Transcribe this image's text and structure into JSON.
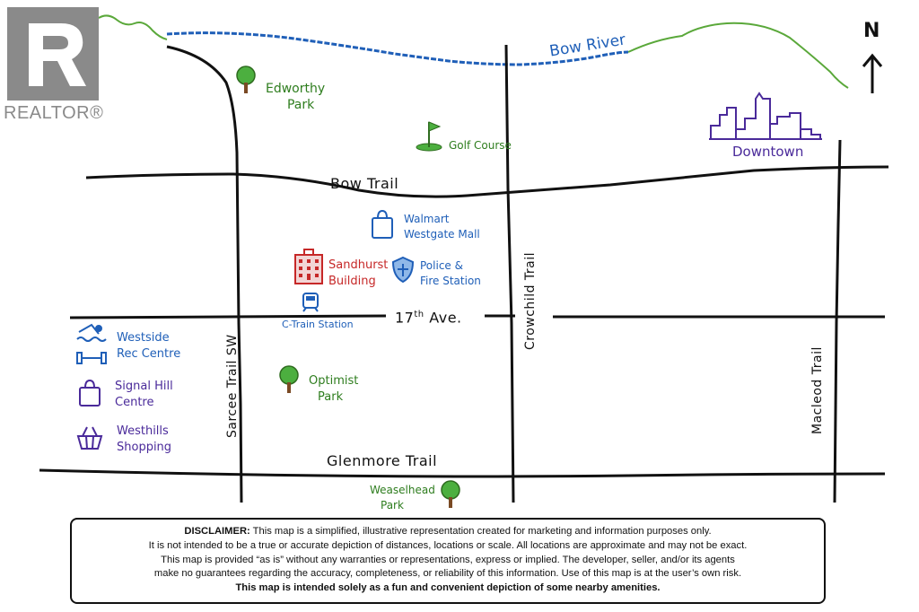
{
  "branding": {
    "logo_text": "REALTOR®"
  },
  "compass": {
    "letter": "N"
  },
  "river": {
    "name": "Bow River"
  },
  "roads": {
    "bow_trail": "Bow Trail",
    "ave17_prefix": "17",
    "ave17_sup": "th",
    "ave17_suffix": " Ave.",
    "glenmore": "Glenmore Trail",
    "sarcee": "Sarcee Trail SW",
    "crowchild": "Crowchild Trail",
    "macleod": "Macleod Trail"
  },
  "places": {
    "edworthy": [
      "Edworthy",
      "Park"
    ],
    "golf": "Golf Course",
    "downtown": "Downtown",
    "walmart": [
      "Walmart",
      "Westgate Mall"
    ],
    "sandhurst": [
      "Sandhurst",
      "Building"
    ],
    "police": [
      "Police &",
      "Fire Station"
    ],
    "ctrain": "C-Train Station",
    "westside": [
      "Westside",
      "Rec Centre"
    ],
    "signal_hill": [
      "Signal Hill",
      "Centre"
    ],
    "westhills": [
      "Westhills",
      "Shopping"
    ],
    "optimist": [
      "Optimist",
      "Park"
    ],
    "weaselhead": [
      "Weaselhead",
      "Park"
    ]
  },
  "disclaimer": {
    "heading": "DISCLAIMER:",
    "line1_rest": " This map is a simplified, illustrative representation created for marketing and information purposes only.",
    "line2": "It is not intended to be a true or accurate depiction of distances, locations or scale. All locations are approximate and may not be exact.",
    "line3": "This map is provided “as is” without any warranties or representations, express or implied. The developer, seller, and/or its agents",
    "line4": "make no guarantees regarding the accuracy, completeness, or reliability of this information. Use of this map is at the user’s own risk.",
    "line5": "This map is intended solely as a fun and convenient depiction of some nearby amenities."
  },
  "colors": {
    "park_green": "#2e7d1e",
    "water_blue": "#1f5fb8",
    "landmark_red": "#c62828",
    "amenity_purple": "#4a2a9a",
    "road_black": "#111111"
  },
  "icons": [
    "tree-icon",
    "golf-flag-icon",
    "city-skyline-icon",
    "shopping-bag-icon",
    "building-icon",
    "shield-icon",
    "train-icon",
    "swimmer-icon",
    "dumbbell-icon",
    "basket-icon",
    "north-arrow-icon"
  ]
}
